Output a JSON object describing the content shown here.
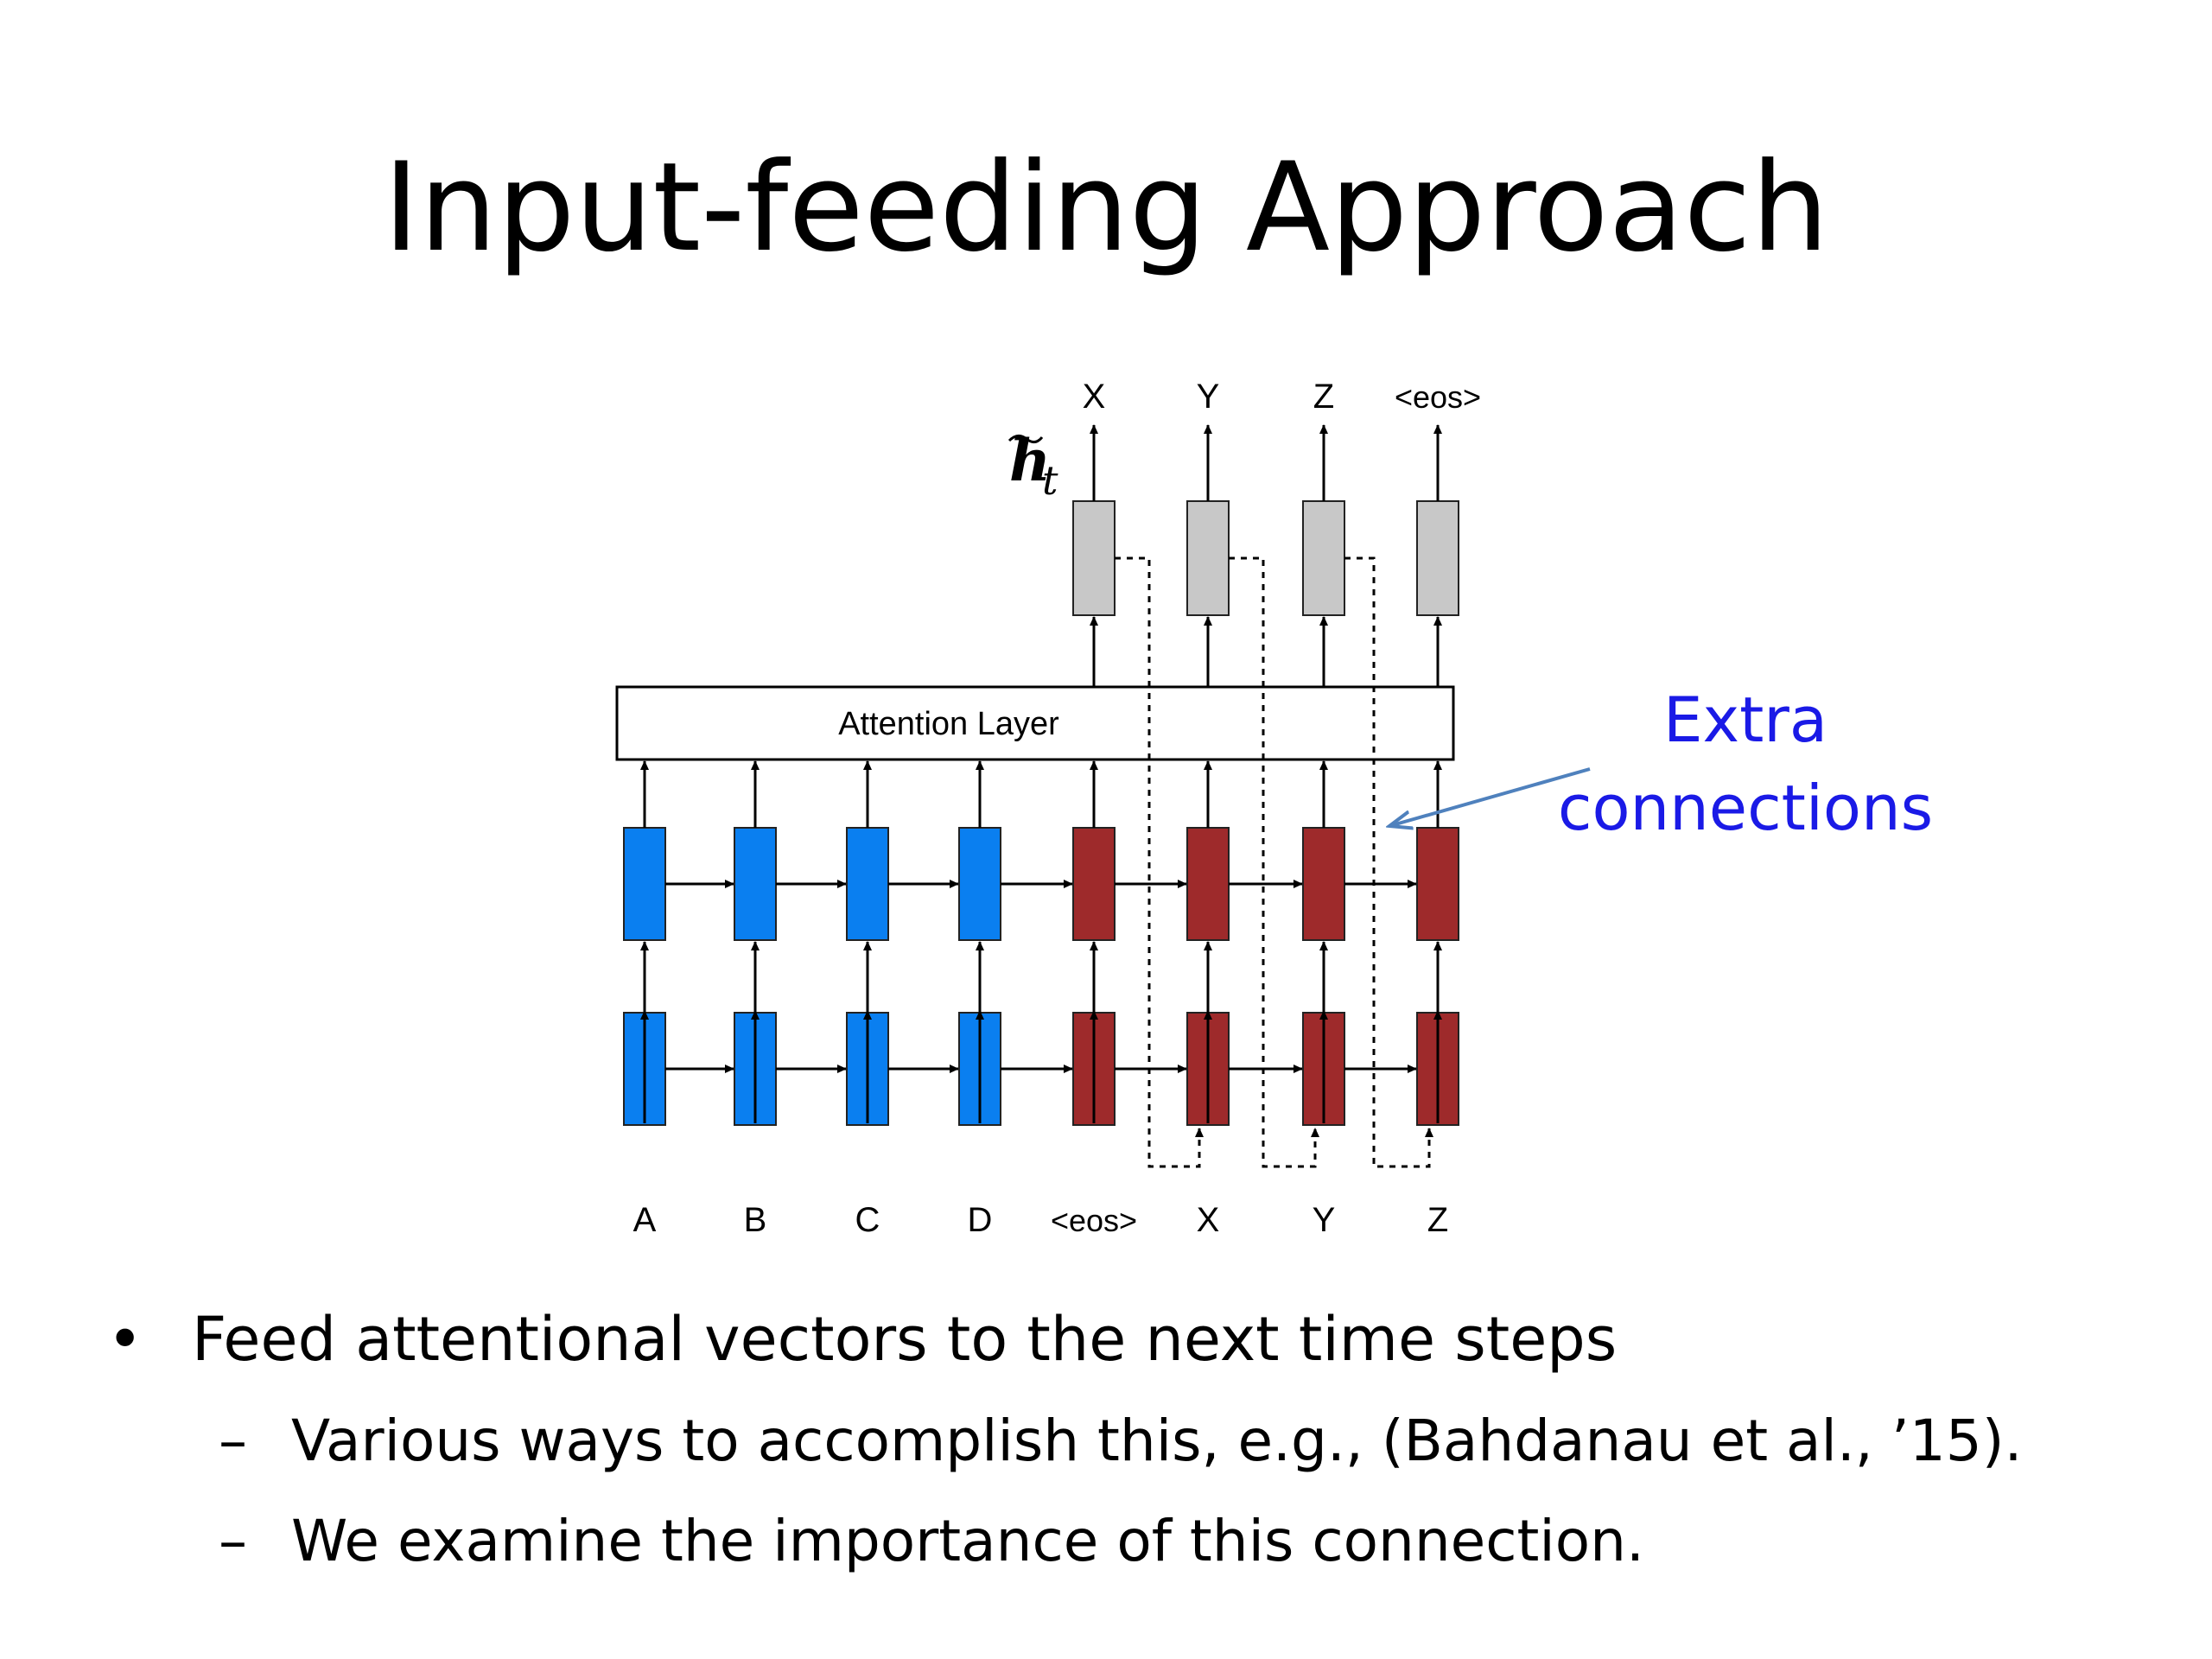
{
  "slide": {
    "title": "Input-feeding Approach"
  },
  "diagram": {
    "attention_label": "Attention Layer",
    "output_tokens": [
      "X",
      "Y",
      "Z",
      "<eos>"
    ],
    "input_tokens": [
      "A",
      "B",
      "C",
      "D",
      "<eos>",
      "X",
      "Y",
      "Z"
    ],
    "hidden_label_symbol": "h",
    "hidden_label_subscript": "t",
    "annotation_line1": "Extra",
    "annotation_line2": "connections",
    "colors": {
      "encoder": "#0a7ff0",
      "decoder": "#9e2a2b",
      "attention_box": "#c8c8c8",
      "annotation_text": "#1a1ae6",
      "annotation_arrow": "#4f81bd"
    }
  },
  "bullets": {
    "main": "Feed attentional vectors to the next time steps",
    "sub": [
      "Various ways to accomplish this, e.g., (Bahdanau et al., ’15).",
      "We examine the importance of this connection."
    ],
    "bullet_glyph": "•",
    "dash_glyph": "–"
  }
}
